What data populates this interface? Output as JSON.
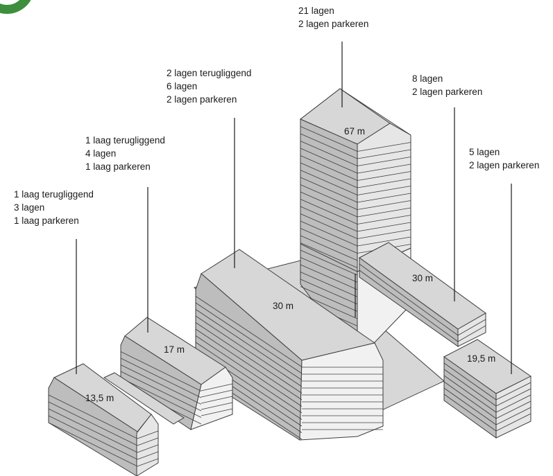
{
  "buildings": [
    {
      "id": "a",
      "height_label": "13,5 m",
      "annotation": [
        "1 laag terugliggend",
        "3 lagen",
        "1 laag parkeren"
      ]
    },
    {
      "id": "b",
      "height_label": "17 m",
      "annotation": [
        "1 laag terugliggend",
        "4 lagen",
        "1 laag parkeren"
      ]
    },
    {
      "id": "c",
      "height_label": "30 m",
      "annotation": [
        "2 lagen terugliggend",
        "6 lagen",
        "2 lagen parkeren"
      ]
    },
    {
      "id": "d",
      "height_label": "67 m",
      "annotation": [
        "21 lagen",
        "2 lagen parkeren"
      ]
    },
    {
      "id": "e",
      "height_label": "30 m",
      "annotation": [
        "8 lagen",
        "2 lagen parkeren"
      ]
    },
    {
      "id": "f",
      "height_label": "19,5 m",
      "annotation": [
        "5 lagen",
        "2 lagen parkeren"
      ]
    }
  ],
  "colors": {
    "roof": "#d7d7d7",
    "wall_dark": "#bdbdbd",
    "wall_light": "#f1f1f1",
    "line": "#3c3c3c",
    "badge": "#3d8f3d"
  }
}
